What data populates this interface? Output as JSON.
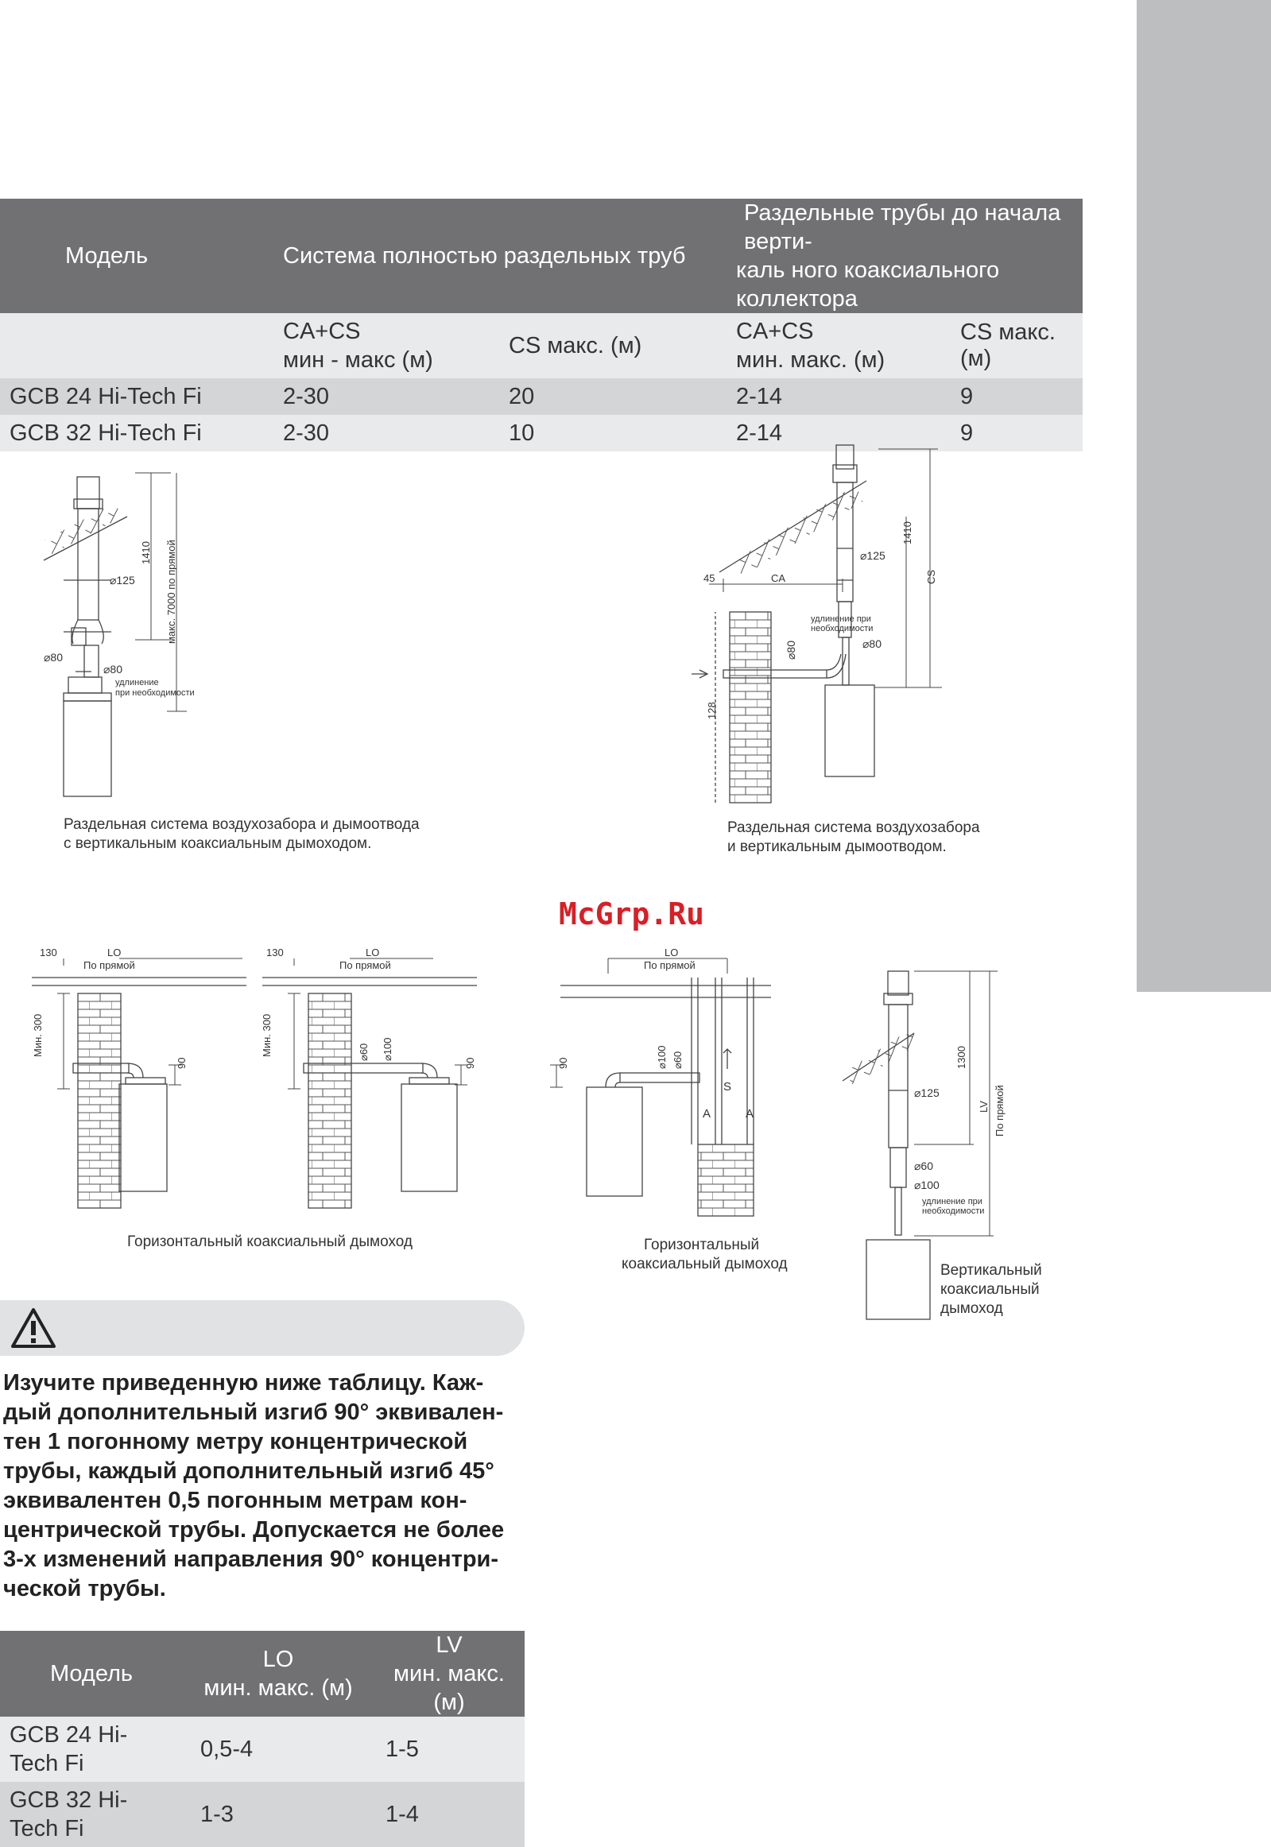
{
  "table1": {
    "header": {
      "model": "Модель",
      "sys_full": "Система полностью раздельных труб",
      "sys_vert_line1": "Раздельные трубы до начала верти-",
      "sys_vert_line2": "каль ного коаксиального коллектора"
    },
    "subheader": {
      "ca_cs_1": "CA+CS",
      "range_1": "мин - макс (м)",
      "cs_max_1": "CS макс. (м)",
      "ca_cs_2": "CA+CS",
      "range_2": "мин. макс. (м)",
      "cs_max_2": "CS макс. (м)"
    },
    "rows": [
      {
        "model": "GCB 24 Hi-Tech Fi",
        "v1": "2-30",
        "v2": "20",
        "v3": "2-14",
        "v4": "9"
      },
      {
        "model": "GCB 32 Hi-Tech Fi",
        "v1": "2-30",
        "v2": "10",
        "v3": "2-14",
        "v4": "9"
      }
    ]
  },
  "diagrams": {
    "d1": {
      "dim_1410": "1410",
      "dim_max": "макс. 7000 по прямой",
      "d125": "⌀125",
      "d80a": "⌀80",
      "d80b": "⌀80",
      "ext1": "удлинение",
      "ext2": "при необходимости",
      "caption1": "Раздельная система воздухозабора и дымоотвода",
      "caption2": "с вертикальным коаксиальным дымоходом."
    },
    "d2": {
      "dim_1410": "1410",
      "dim_cs": "CS",
      "d125": "⌀125",
      "d80a": "⌀80",
      "d80b": "⌀80",
      "dim_45": "45",
      "dim_ca": "CA",
      "dim_128": "128",
      "ext1": "удлинение при",
      "ext2": "необходимости",
      "caption1": "Раздельная система воздухозабора",
      "caption2": "и вертикальным дымоотводом."
    },
    "d3": {
      "dim_130": "130",
      "dim_lo": "LO",
      "straight": "По прямой",
      "min300": "Мин. 300",
      "dim_90": "90"
    },
    "d4": {
      "dim_130": "130",
      "dim_lo": "LO",
      "straight": "По прямой",
      "min300": "Мин. 300",
      "d60": "⌀60",
      "d100": "⌀100",
      "dim_90": "90"
    },
    "caption_34": "Горизонтальный коаксиальный дымоход",
    "d5": {
      "dim_lo": "LO",
      "straight": "По прямой",
      "dim_90": "90",
      "d100": "⌀100",
      "d60": "⌀60",
      "s": "S",
      "a1": "A",
      "a2": "A",
      "caption1": "Горизонтальный",
      "caption2": "коаксиальный дымоход"
    },
    "d6": {
      "dim_1300": "1300",
      "lv": "LV",
      "straight": "По прямой",
      "d125": "⌀125",
      "d60": "⌀60",
      "d100": "⌀100",
      "ext1": "удлинение при",
      "ext2": "необходимости",
      "caption1": "Вертикальный",
      "caption2": "коаксиальный",
      "caption3": "дымоход"
    }
  },
  "watermark": "McGrp.Ru",
  "warning": {
    "icon": "warning-triangle-icon",
    "lines": [
      "Изучите приведенную ниже таблицу. Каж-",
      "дый дополнительный изгиб 90° эквивален-",
      "тен 1 погонному метру концентрической",
      "трубы, каждый дополнительный изгиб 45°",
      "эквивалентен 0,5 погонным метрам кон-",
      "центрической трубы. Допускается не более",
      "3-х изменений направления 90° концентри-",
      "ческой трубы."
    ]
  },
  "table2": {
    "header": {
      "model": "Модель",
      "lo": "LO",
      "lo_range": "мин. макс. (м)",
      "lv": "LV",
      "lv_range": "мин. макс. (м)"
    },
    "rows": [
      {
        "model_l1": "GCB 24 Hi-",
        "model_l2": "Tech Fi",
        "lo": "0,5-4",
        "lv": "1-5"
      },
      {
        "model_l1": "GCB 32 Hi-",
        "model_l2": "Tech Fi",
        "lo": "1-3",
        "lv": "1-4"
      }
    ]
  },
  "colors": {
    "header_gray": "#717174",
    "row_light": "#e9eaeb",
    "row_mid": "#d4d5d7",
    "side_tab": "#bdbec0",
    "watermark_red": "#d81f26"
  }
}
